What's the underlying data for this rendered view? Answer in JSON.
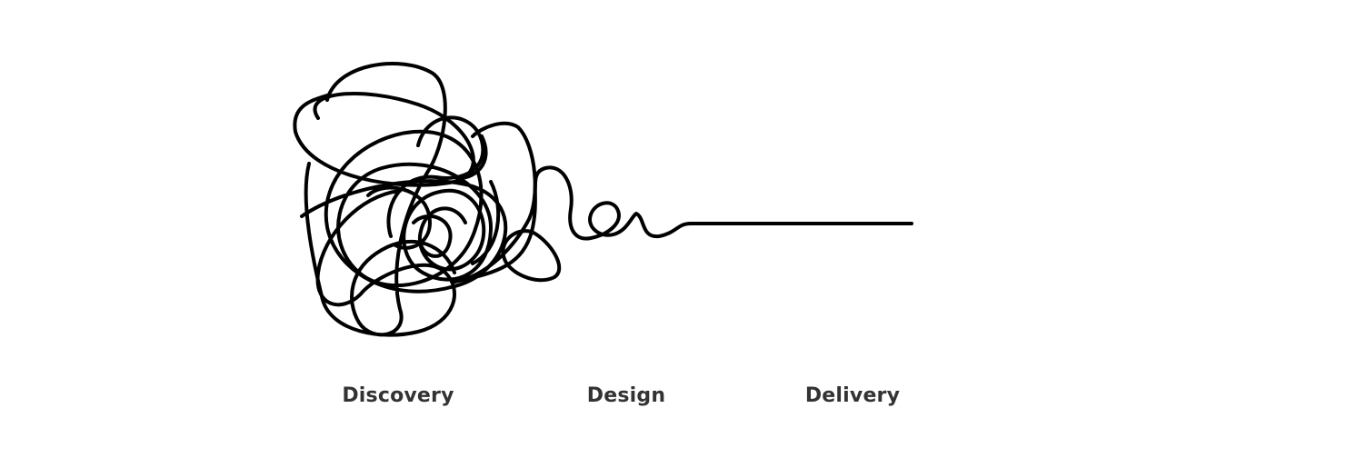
{
  "phases": {
    "discovery": "Discovery",
    "design": "Design",
    "delivery": "Delivery"
  },
  "colors": {
    "line": "#000000",
    "label": "#333333",
    "background": "#ffffff"
  }
}
